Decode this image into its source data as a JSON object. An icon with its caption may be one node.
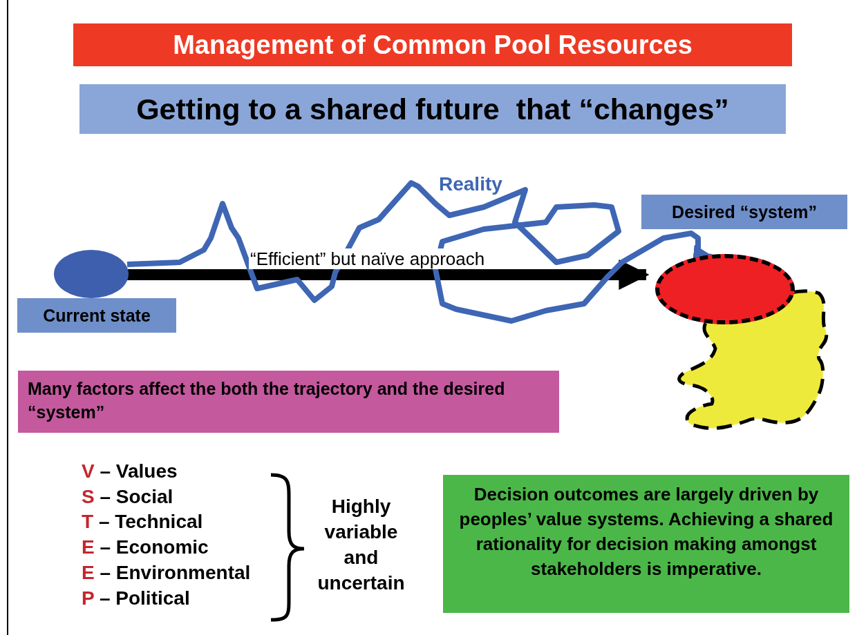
{
  "diagram": {
    "title": "Management of Common Pool Resources",
    "nodes": [
      {
        "text": [],
        "shape": "circle"
      },
      {
        "text": [
          "Current state"
        ]
      },
      {
        "text": [
          "Desired “system”"
        ]
      },
      {
        "text": [],
        "shape": "circle"
      },
      {
        "text": [
          "Many factors affect the both the trajectory and the desired “system”"
        ]
      },
      {
        "text": [
          "Decision outcomes are largely driven by peoples’ value systems. Achieving a shared rationality for decision making amongst stakeholders is imperative."
        ]
      }
    ],
    "edges": [
      {
        "from": 0,
        "to": 3,
        "arrow": "to",
        "label": "“Efficient” but naïve approach",
        "style": "thick"
      },
      {
        "from": 0,
        "to": 3,
        "arrow": "to",
        "label": "Reality",
        "color": "#3e66b4"
      }
    ],
    "labels": [
      "Getting to a shared future  that “changes”",
      "V – Values",
      "S – Social",
      "T – Technical",
      "E – Economic",
      "E – Environmental",
      "P – Political",
      "Highly variable and uncertain"
    ]
  }
}
